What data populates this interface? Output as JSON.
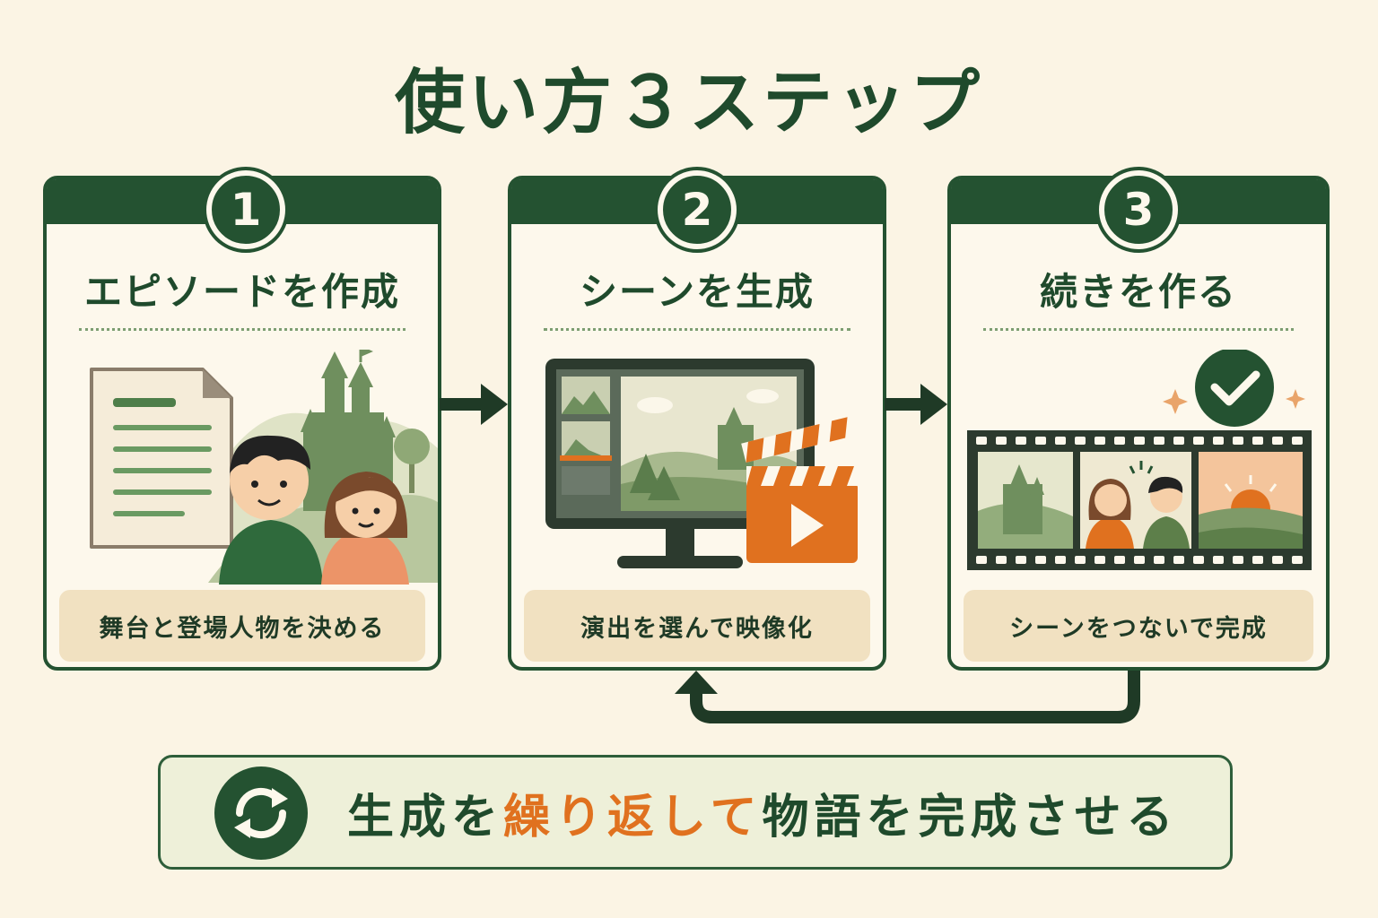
{
  "title": "使い方３ステップ",
  "steps": [
    {
      "number": "1",
      "title": "エピソードを作成",
      "caption": "舞台と登場人物を決める"
    },
    {
      "number": "2",
      "title": "シーンを生成",
      "caption": "演出を選んで映像化"
    },
    {
      "number": "3",
      "title": "続きを作る",
      "caption": "シーンをつないで完成"
    }
  ],
  "banner": {
    "text_before": "生成を",
    "text_highlight": "繰り返して",
    "text_after": "物語を完成させる"
  },
  "colors": {
    "primary_green": "#245231",
    "accent_orange": "#e0711f",
    "background": "#fbf4e4",
    "caption_bg": "#f1e1c1"
  },
  "icons": [
    "document-icon",
    "castle-icon",
    "characters-icon",
    "monitor-icon",
    "clapperboard-icon",
    "checkmark-icon",
    "film-strip-icon",
    "refresh-icon"
  ]
}
